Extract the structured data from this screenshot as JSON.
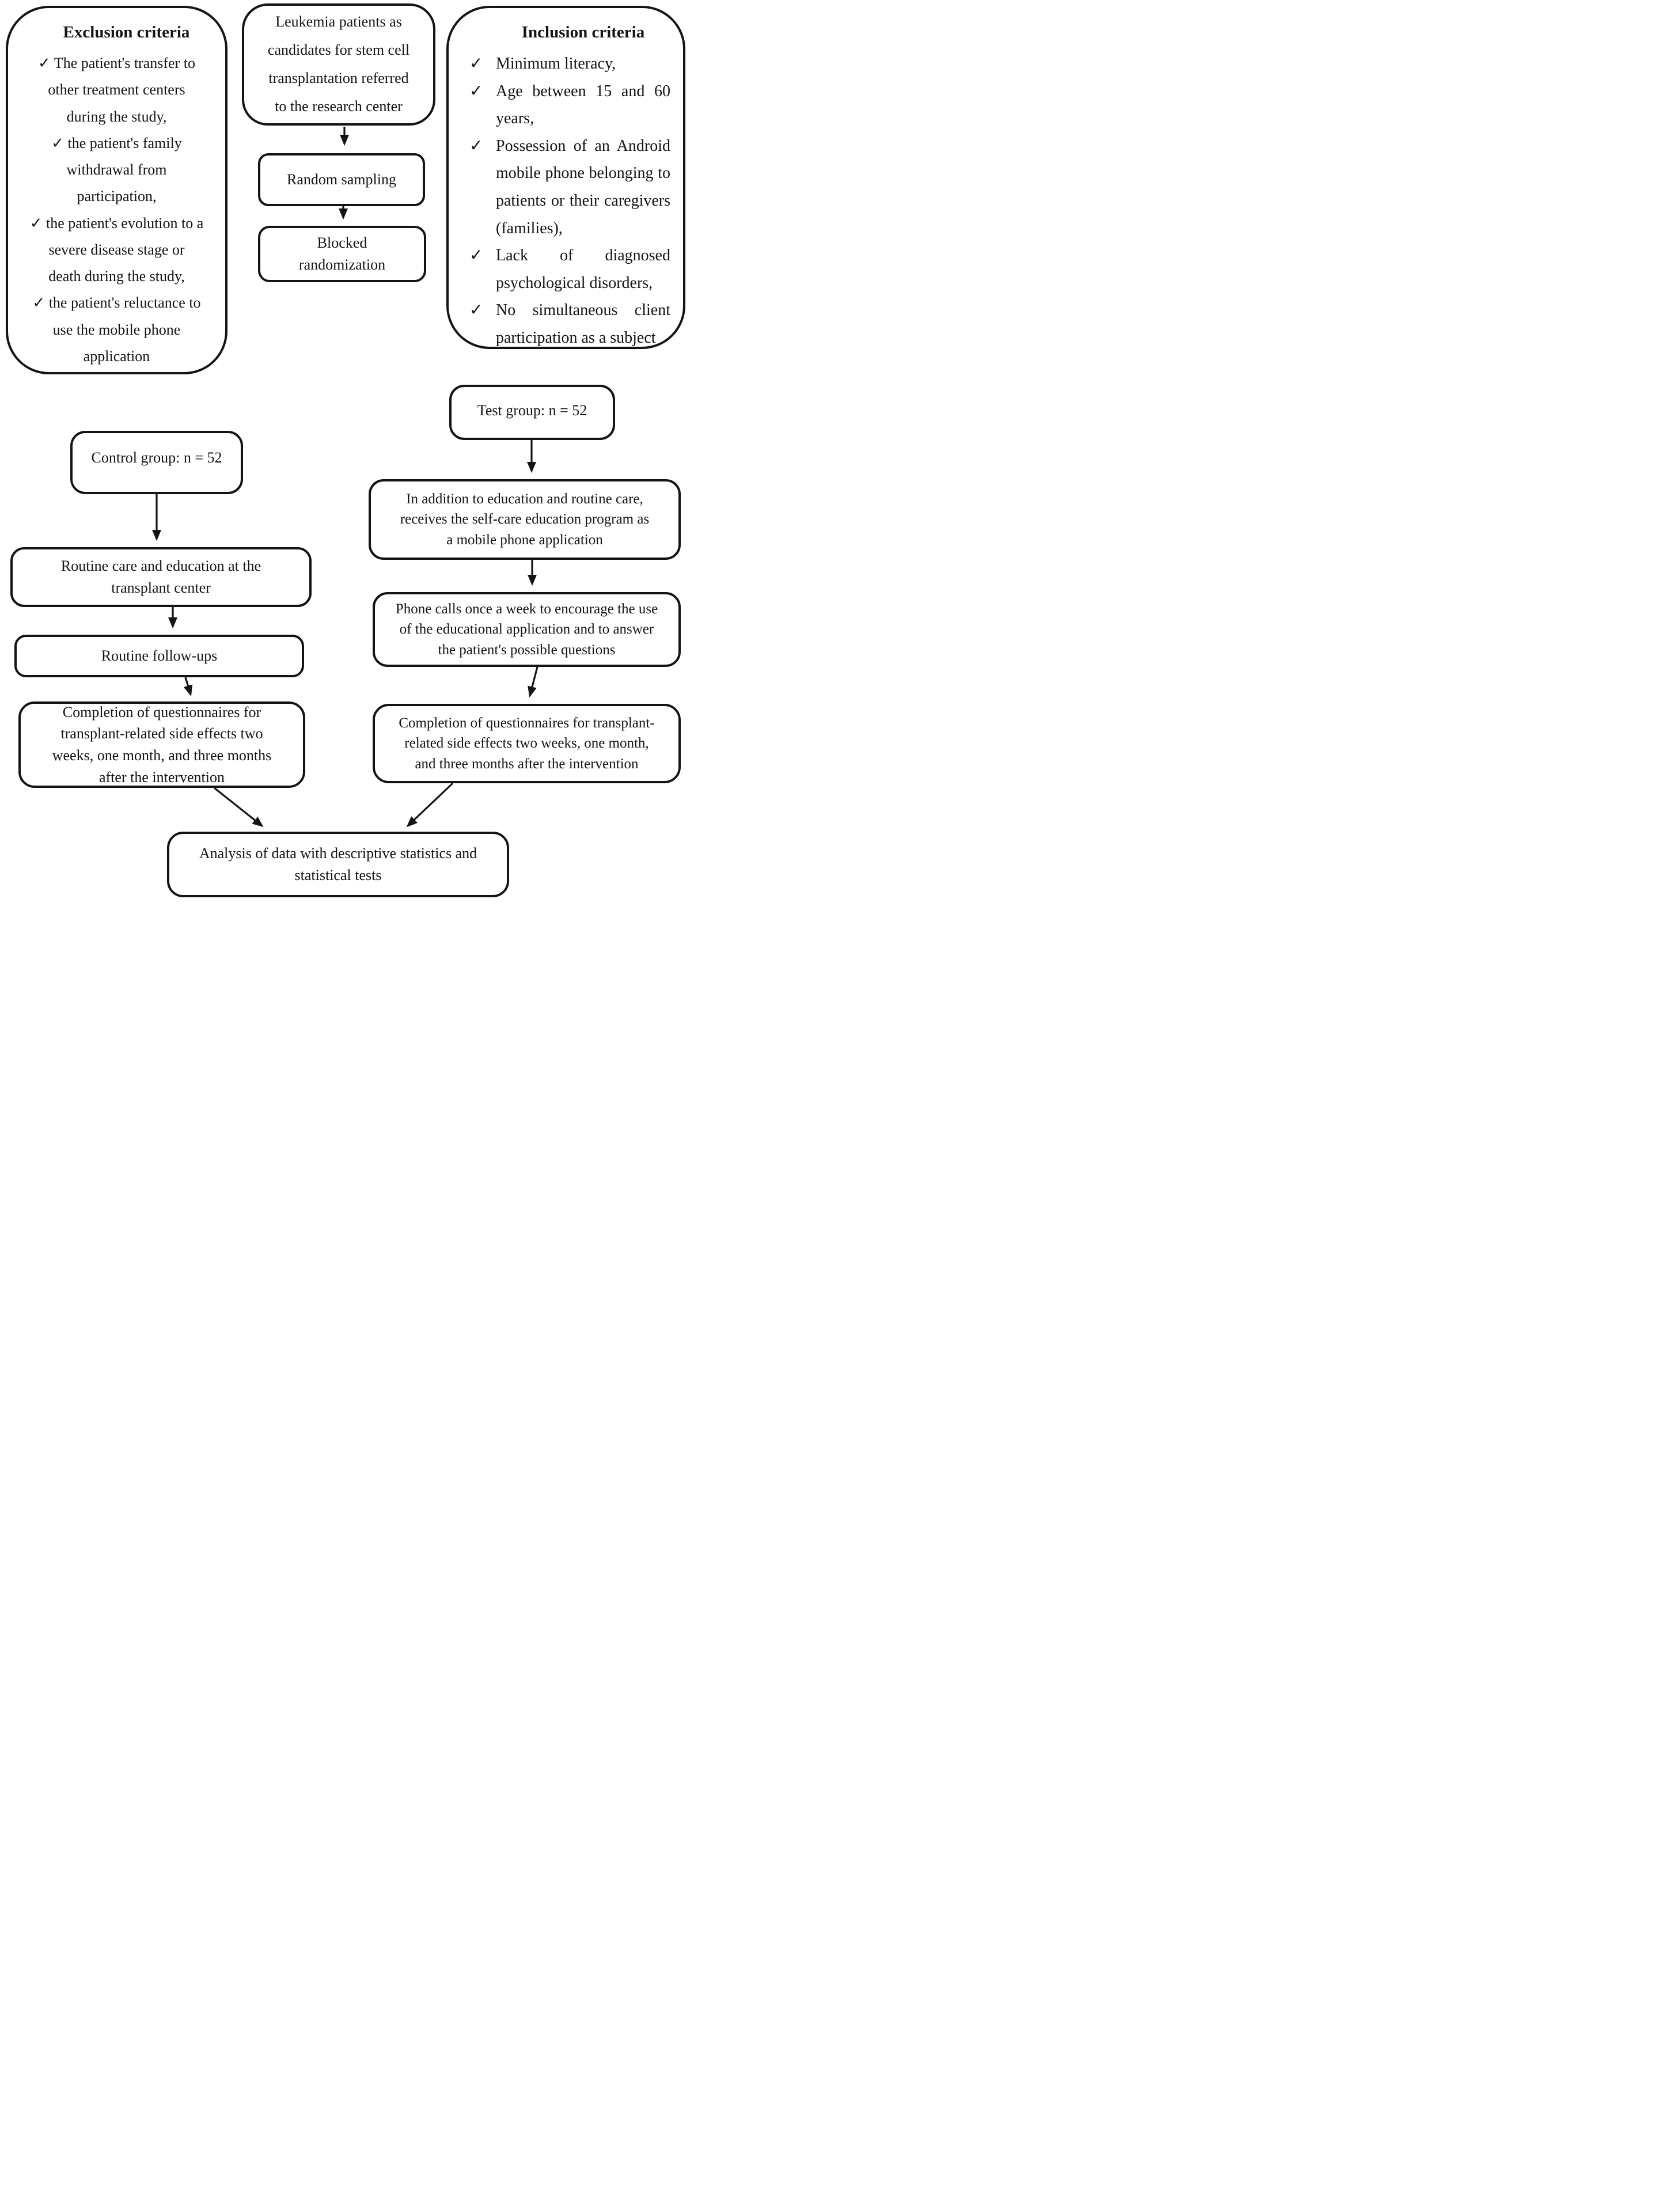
{
  "colors": {
    "ink": "#141414",
    "background": "#ffffff"
  },
  "exclusion": {
    "title": "Exclusion criteria",
    "items": [
      [
        "✓ The patient's transfer to",
        "other treatment centers",
        "during the study,"
      ],
      [
        "✓ the patient's family",
        "withdrawal from",
        "participation,"
      ],
      [
        "✓ the patient's evolution to a",
        "severe disease stage or",
        "death during the study,"
      ],
      [
        "✓ the patient's reluctance to",
        "use the mobile phone",
        "application"
      ]
    ]
  },
  "inclusion": {
    "title": "Inclusion criteria",
    "check_glyph": "✓",
    "items": [
      "Minimum literacy,",
      "Age between 15 and 60 years,",
      "Possession of an Android mobile phone belonging to patients or their caregivers (families),",
      "Lack of diagnosed psychological disorders,",
      "No simultaneous client participation as a subject"
    ]
  },
  "flow": {
    "referral": [
      "Leukemia patients as",
      "candidates for stem cell",
      "transplantation referred",
      "to the research center"
    ],
    "random_sampling": "Random sampling",
    "blocked_randomization": [
      "Blocked",
      "randomization"
    ],
    "test_group": "Test group: n = 52",
    "control_group": "Control group: n = 52",
    "routine_care": [
      "Routine care and education at the",
      "transplant center"
    ],
    "routine_followups": "Routine follow-ups",
    "control_completion": [
      "Completion of questionnaires for",
      "transplant-related side effects two",
      "weeks, one month, and three months",
      "after the intervention"
    ],
    "test_program": [
      "In addition to education and routine care,",
      "receives the self-care education program as",
      "a mobile phone application"
    ],
    "phone_calls": [
      "Phone calls once a week to encourage the use",
      "of the educational application and to answer",
      "the patient's possible questions"
    ],
    "test_completion": [
      "Completion of questionnaires for transplant-",
      "related side effects two weeks, one month,",
      "and three months after the intervention"
    ],
    "analysis": [
      "Analysis of data with descriptive statistics and",
      "statistical tests"
    ]
  }
}
